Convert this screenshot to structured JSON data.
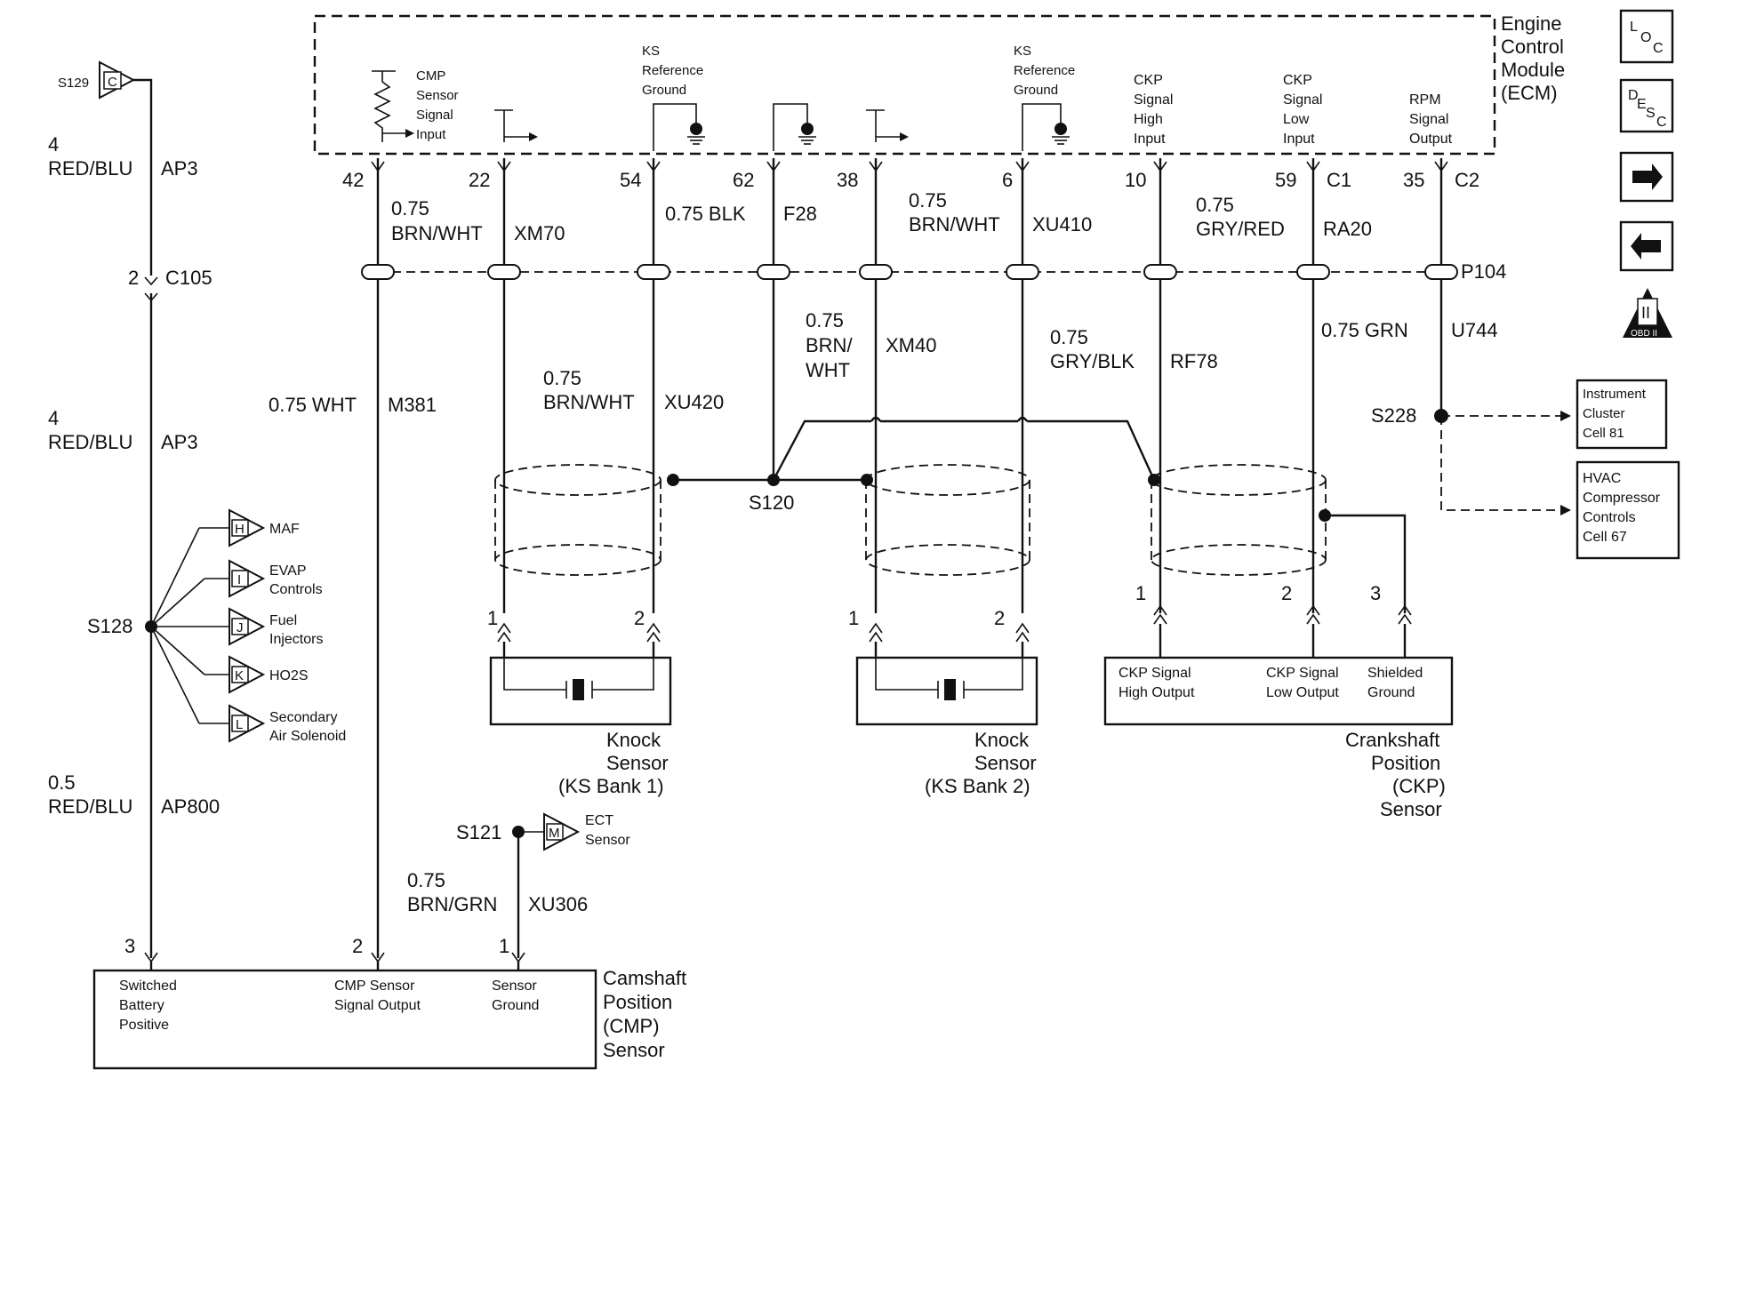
{
  "ecm": {
    "title": [
      "Engine",
      "Control",
      "Module",
      "(ECM)"
    ],
    "internal_labels": {
      "cmp_input": [
        "CMP",
        "Sensor",
        "Signal",
        "Input"
      ],
      "ks_ref_gnd_1": [
        "KS",
        "Reference",
        "Ground"
      ],
      "ks_ref_gnd_2": [
        "KS",
        "Reference",
        "Ground"
      ],
      "ckp_high_input": [
        "CKP",
        "Signal",
        "High",
        "Input"
      ],
      "ckp_low_input": [
        "CKP",
        "Signal",
        "Low",
        "Input"
      ],
      "rpm_output": [
        "RPM",
        "Signal",
        "Output"
      ]
    },
    "pins": [
      "42",
      "22",
      "54",
      "62",
      "38",
      "6",
      "10",
      "59",
      "35"
    ],
    "connectors": {
      "c1": "C1",
      "c2": "C2"
    }
  },
  "nav": {
    "loc": [
      "L",
      "O",
      "C"
    ],
    "desc": [
      "D",
      "E",
      "S",
      "C"
    ],
    "obd": "OBD II"
  },
  "left_circuit": {
    "s129": "S129",
    "s129_conn": "C",
    "wire1": {
      "gauge": "4",
      "color": "RED/BLU",
      "circuit": "AP3"
    },
    "c105_pin": "2",
    "c105": "C105",
    "wire2": {
      "gauge": "4",
      "color": "RED/BLU",
      "circuit": "AP3"
    },
    "s128": "S128",
    "branches": [
      {
        "letter": "H",
        "label": [
          "MAF"
        ]
      },
      {
        "letter": "I",
        "label": [
          "EVAP",
          "Controls"
        ]
      },
      {
        "letter": "J",
        "label": [
          "Fuel",
          "Injectors"
        ]
      },
      {
        "letter": "K",
        "label": [
          "HO2S"
        ]
      },
      {
        "letter": "L",
        "label": [
          "Secondary",
          "Air Solenoid"
        ]
      }
    ],
    "wire3": {
      "gauge": "0.5",
      "color": "RED/BLU",
      "circuit": "AP800"
    }
  },
  "wires": {
    "w42_upper": {
      "gauge": "0.75",
      "color": "BRN/WHT",
      "circuit": "XM70"
    },
    "w42_lower": {
      "gauge": "0.75 WHT",
      "circuit": "M381"
    },
    "w54_lower": {
      "gauge": "0.75",
      "color": "BRN/WHT",
      "circuit": "XU420"
    },
    "w62": {
      "gauge": "0.75 BLK",
      "circuit": "F28"
    },
    "w38_lower": {
      "gauge": "0.75",
      "color1": "BRN/",
      "color2": "WHT",
      "circuit": "XM40"
    },
    "w6_upper": {
      "gauge": "0.75",
      "color": "BRN/WHT",
      "circuit": "XU410"
    },
    "w10_lower": {
      "gauge": "0.75",
      "color": "GRY/BLK",
      "circuit": "RF78"
    },
    "w59_upper": {
      "gauge": "0.75",
      "color": "GRY/RED",
      "circuit": "RA20"
    },
    "w35": {
      "gauge": "0.75 GRN",
      "circuit": "U744"
    },
    "p104": "P104",
    "s120": "S120",
    "s228": "S228",
    "s121": "S121"
  },
  "ect": {
    "letter": "M",
    "label": [
      "ECT",
      "Sensor"
    ]
  },
  "xu306": {
    "gauge": "0.75",
    "color": "BRN/GRN",
    "circuit": "XU306"
  },
  "cmp_sensor": {
    "pins": [
      "3",
      "2",
      "1"
    ],
    "pin_labels": [
      [
        "Switched",
        "Battery",
        "Positive"
      ],
      [
        "CMP Sensor",
        "Signal Output"
      ],
      [
        "Sensor",
        "Ground"
      ]
    ],
    "title": [
      "Camshaft",
      "Position",
      "(CMP)",
      "Sensor"
    ]
  },
  "ks1": {
    "pins": [
      "1",
      "2"
    ],
    "title": [
      "Knock",
      "Sensor",
      "(KS Bank 1)"
    ]
  },
  "ks2": {
    "pins": [
      "1",
      "2"
    ],
    "title": [
      "Knock",
      "Sensor",
      "(KS Bank 2)"
    ]
  },
  "ckp_sensor": {
    "pins": [
      "1",
      "2",
      "3"
    ],
    "pin_labels": [
      [
        "CKP Signal",
        "High Output"
      ],
      [
        "CKP Signal",
        "Low Output"
      ],
      [
        "Shielded",
        "Ground"
      ]
    ],
    "title": [
      "Crankshaft",
      "Position",
      "(CKP)",
      "Sensor"
    ]
  },
  "destinations": {
    "cluster": [
      "Instrument",
      "Cluster",
      "Cell 81"
    ],
    "hvac": [
      "HVAC",
      "Compressor",
      "Controls",
      "Cell 67"
    ]
  }
}
